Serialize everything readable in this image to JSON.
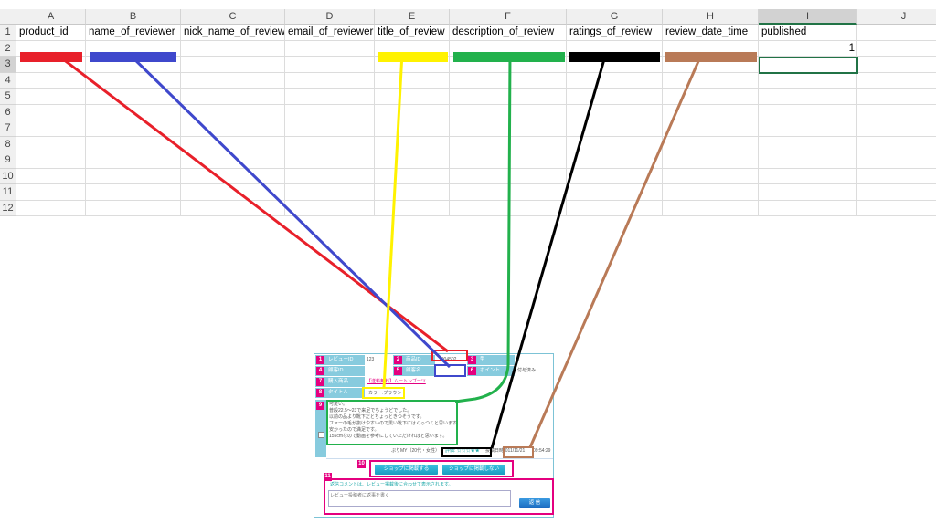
{
  "sheet": {
    "columns": [
      "A",
      "B",
      "C",
      "D",
      "E",
      "F",
      "G",
      "H",
      "I",
      "J"
    ],
    "rows": [
      "1",
      "2",
      "3",
      "4",
      "5",
      "6",
      "7",
      "8",
      "9",
      "10",
      "11",
      "12"
    ],
    "headers": [
      "product_id",
      "name_of_reviewer",
      "nick_name_of_reviewer",
      "email_of_reviewer",
      "title_of_review",
      "description_of_review",
      "ratings_of_review",
      "review_date_time",
      "published"
    ],
    "published_value": "1",
    "colors": {
      "product_id": "#e8202a",
      "name_of_reviewer": "#3f48cc",
      "title_of_review": "#fff200",
      "description_of_review": "#22b14c",
      "ratings_of_review": "#000000",
      "review_date_time": "#b97a57"
    }
  },
  "form": {
    "nums": [
      "1",
      "2",
      "3",
      "4",
      "5",
      "6",
      "7",
      "8",
      "9",
      "10",
      "11"
    ],
    "review_id_label": "レビューID",
    "review_id": "123",
    "product_id_label": "商品ID",
    "product_id": "1004502",
    "type_label": "型",
    "customer_id_label": "顧客ID",
    "customer_name_label": "顧客名",
    "point_label": "ポイント",
    "point_value": "付与済み",
    "product_label": "購入商品",
    "product_link": "【送料無料】ムートンブーツ",
    "title_label": "タイトル",
    "title_value": "カラー:ブラウン",
    "description": [
      "可愛い。",
      "普段22.5〜23で来足でちょうどでした。",
      "以前の品より靴下だとちょっときつそうです。",
      "ファーの毛が抜けやすいので黒い靴下にはくっつくと思います。",
      "安かったので満足です。",
      "155cmなので動画を参考にしていただければと思います。"
    ],
    "reviewer": "ぷりMY（20代・女性）",
    "rating": "評価: ☆☆☆★★",
    "date_label": "投稿日時",
    "date": "2011/11/21",
    "time": "09:54:29",
    "publish_button": "ショップに掲載する",
    "unpublish_button": "ショップに掲載しない",
    "reply_note": "返信コメントは、レビュー掲載後に合わせて表示されます。",
    "reply_placeholder": "レビュー投稿者に返事を書く",
    "send_button": "返 信"
  }
}
